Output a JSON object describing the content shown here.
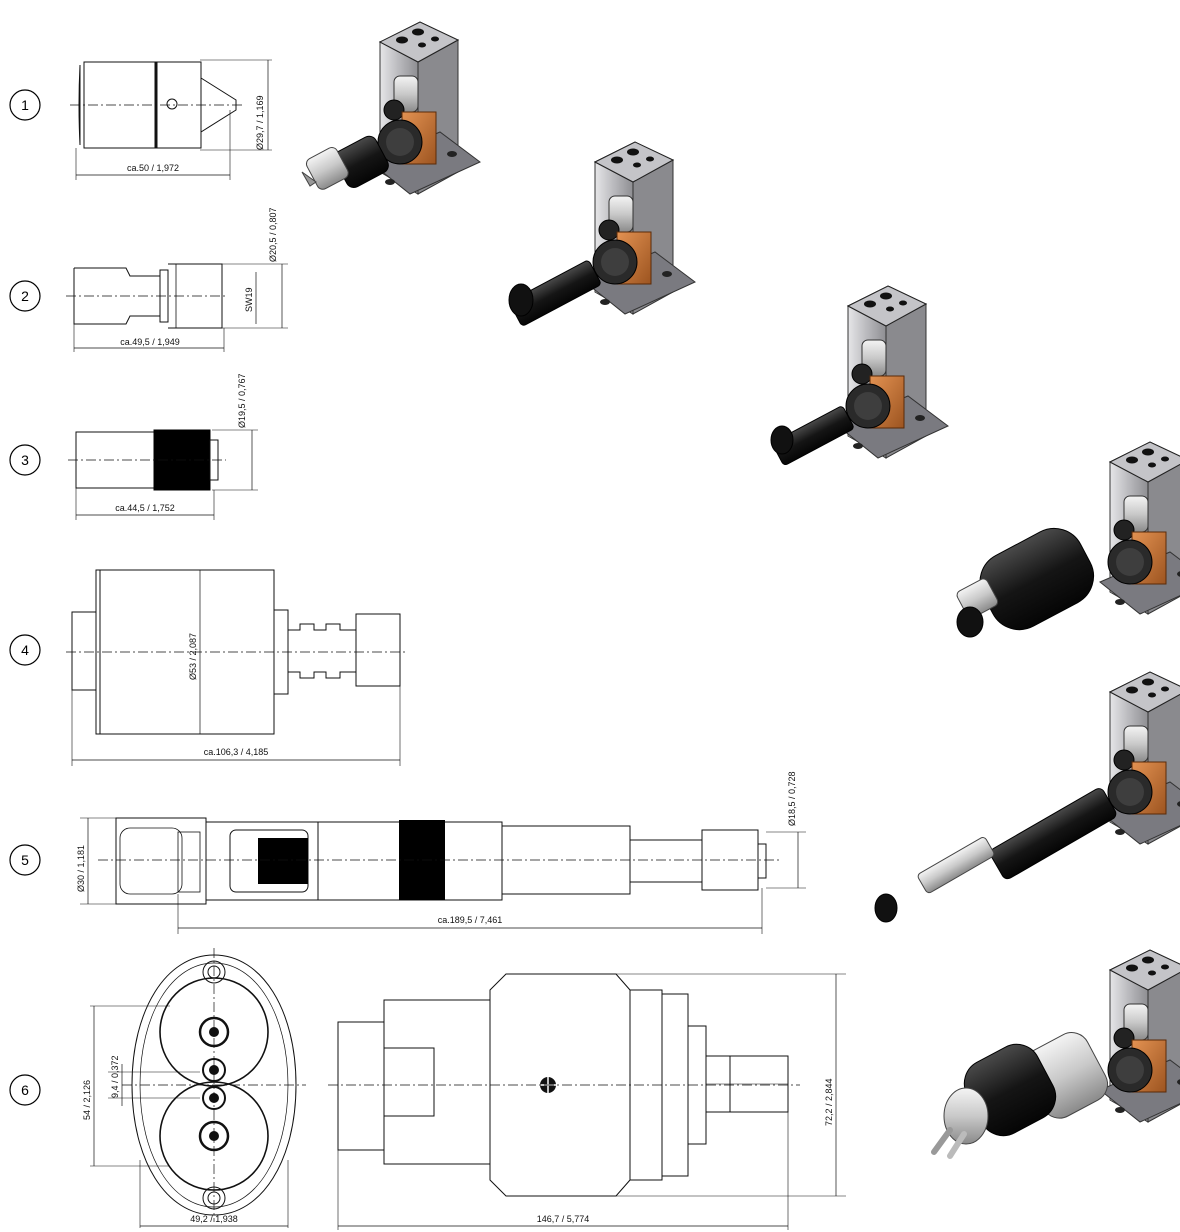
{
  "drawings": [
    {
      "number": "1",
      "dims": [
        "ca.50 / 1,972",
        "Ø29,7 / 1,169"
      ]
    },
    {
      "number": "2",
      "dims": [
        "ca.49,5 / 1,949",
        "Ø20,5 / 0,807",
        "SW19"
      ]
    },
    {
      "number": "3",
      "dims": [
        "ca.44,5 / 1,752",
        "Ø19,5 / 0,767"
      ]
    },
    {
      "number": "4",
      "dims": [
        "ca.106,3 / 4,185",
        "Ø53 / 2,087"
      ]
    },
    {
      "number": "5",
      "dims": [
        "ca.189,5 / 7,461",
        "Ø30 / 1,181",
        "Ø18,5 / 0,728"
      ]
    },
    {
      "number": "6",
      "dims": [
        "49,2 / 1,938",
        "146,7 / 5,774",
        "54 / 2,126",
        "9,4 / 0,372",
        "72,2 / 2,844"
      ]
    }
  ],
  "colors": {
    "line": "#111111",
    "copper": "#c8722e",
    "body": "#b8b8bc",
    "dark": "#1a1a1a",
    "silver": "#d8d8d8"
  }
}
